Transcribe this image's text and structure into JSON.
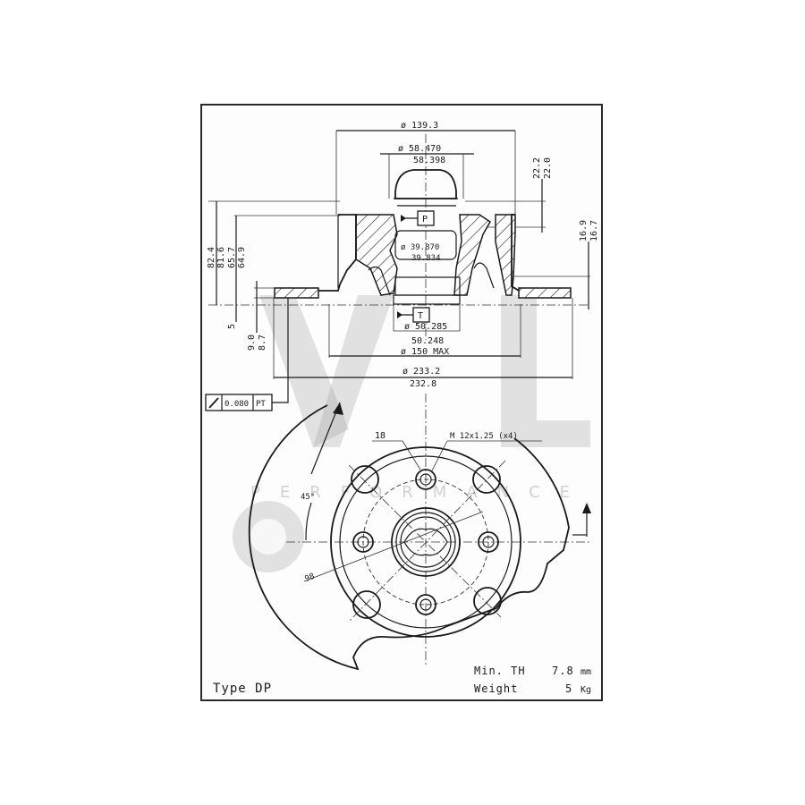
{
  "drawing": {
    "title": "Brake disc technical drawing",
    "type_label": "Type DP",
    "specs": {
      "min_thickness_label": "Min. TH",
      "min_thickness_value": "7.8",
      "min_thickness_unit": "mm",
      "weight_label": "Weight",
      "weight_value": "5",
      "weight_unit": "Kg"
    },
    "dimensions": {
      "outer_flange_diameter": "ø 139.3",
      "hub_bore_upper": "ø 58.470",
      "hub_bore_lower": "58.398",
      "inner_bore_upper": "ø 39.870",
      "inner_bore_lower": "39.834",
      "lower_bore_upper": "ø 50.285",
      "lower_bore_lower": "50.248",
      "max_diameter": "ø 150 MAX",
      "disc_diameter_upper": "ø 233.2",
      "disc_diameter_lower": "232.8",
      "height_top_upper": "22.2",
      "height_top_lower": "22.0",
      "height_right_upper": "16.9",
      "height_right_lower": "16.7",
      "overall_height_upper": "82.4",
      "overall_height_lower": "81.6",
      "inner_height_upper": "65.7",
      "inner_height_lower": "64.9",
      "offset_5": "5",
      "thickness_upper": "9.0",
      "thickness_lower": "8.7",
      "hole_diameter": "18",
      "thread_spec": "M 12x1.25 (x4)",
      "angle": "45°",
      "pitch_circle": "98"
    },
    "datum_labels": {
      "p": "P",
      "t": "T"
    },
    "tolerance_frame": {
      "symbol": "runout-arrow",
      "value": "0.080",
      "datum": "PT"
    }
  },
  "watermark": {
    "letters": "VL",
    "tagline": "PERFORMANCE"
  }
}
